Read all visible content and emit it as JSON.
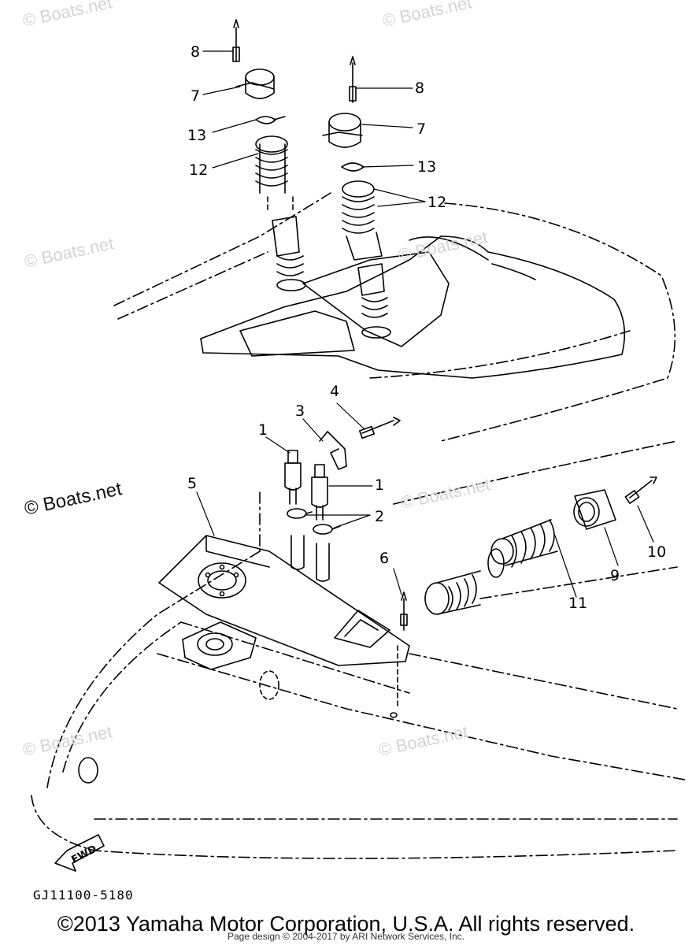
{
  "watermarks": [
    "© Boats.net",
    "© Boats.net",
    "© Boats.net",
    "© Boats.net",
    "© Boats.net",
    "© Boats.net",
    "© Boats.net"
  ],
  "watermark_strong": "© Boats.net",
  "callouts": [
    "8",
    "7",
    "13",
    "12",
    "8",
    "7",
    "13",
    "12",
    "4",
    "3",
    "1",
    "1",
    "2",
    "5",
    "6",
    "11",
    "9",
    "10"
  ],
  "fwd_label": "FWD",
  "reference_code": "GJ11100-5180",
  "copyright": "©2013 Yamaha Motor Corporation, U.S.A. All rights reserved.",
  "page_design": "Page design © 2004-2017 by ARI Network Services, Inc."
}
